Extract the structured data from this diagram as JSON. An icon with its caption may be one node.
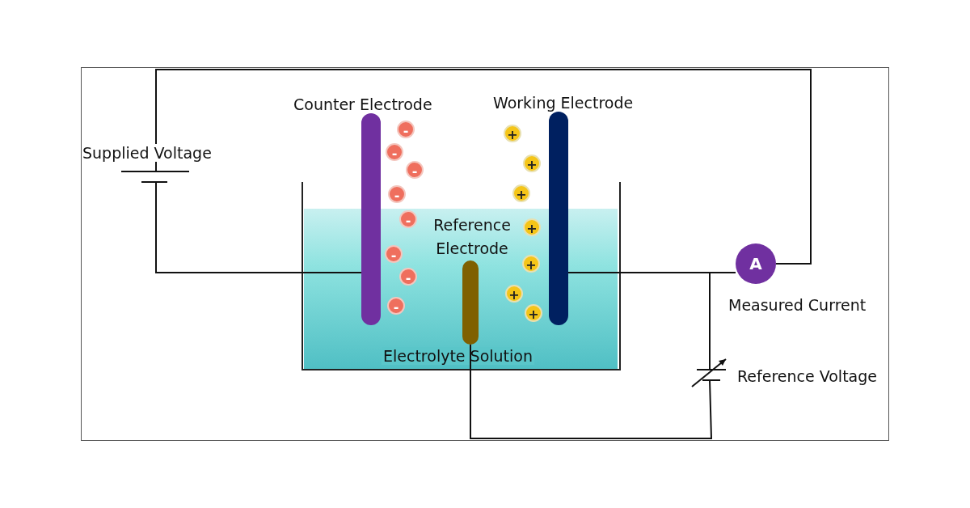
{
  "diagram": {
    "nodes": [
      {
        "text": [
          "Electrolyte Solution"
        ]
      },
      {
        "text": [
          "Counter Electrode"
        ]
      },
      {
        "text": [
          "Working Electrode"
        ]
      },
      {
        "text": [
          "Reference Electrode"
        ],
        "in": 0
      },
      {
        "text": [
          "Supplied Voltage"
        ]
      },
      {
        "text": [
          "A"
        ],
        "beside": [
          "Measured Current"
        ]
      },
      {
        "text": [
          "Reference Voltage"
        ]
      },
      {
        "text": [
          "-"
        ]
      },
      {
        "text": [
          "-"
        ]
      },
      {
        "text": [
          "-"
        ]
      },
      {
        "text": [
          "-"
        ]
      },
      {
        "text": [
          "-"
        ],
        "in": 0
      },
      {
        "text": [
          "-"
        ],
        "in": 0
      },
      {
        "text": [
          "-"
        ],
        "in": 0
      },
      {
        "text": [
          "-"
        ],
        "in": 0
      },
      {
        "text": [
          "+"
        ]
      },
      {
        "text": [
          "+"
        ]
      },
      {
        "text": [
          "+"
        ]
      },
      {
        "text": [
          "+"
        ],
        "in": 0
      },
      {
        "text": [
          "+"
        ],
        "in": 0
      },
      {
        "text": [
          "+"
        ],
        "in": 0
      },
      {
        "text": [
          "+"
        ],
        "in": 0
      }
    ],
    "edges": [
      {
        "from": 4,
        "to": 1,
        "arrow": "none"
      },
      {
        "from": 4,
        "to": 5,
        "arrow": "none"
      },
      {
        "from": 2,
        "to": 5,
        "arrow": "none"
      },
      {
        "from": 2,
        "to": 6,
        "arrow": "none"
      },
      {
        "from": 6,
        "to": 3,
        "arrow": "none"
      }
    ]
  }
}
